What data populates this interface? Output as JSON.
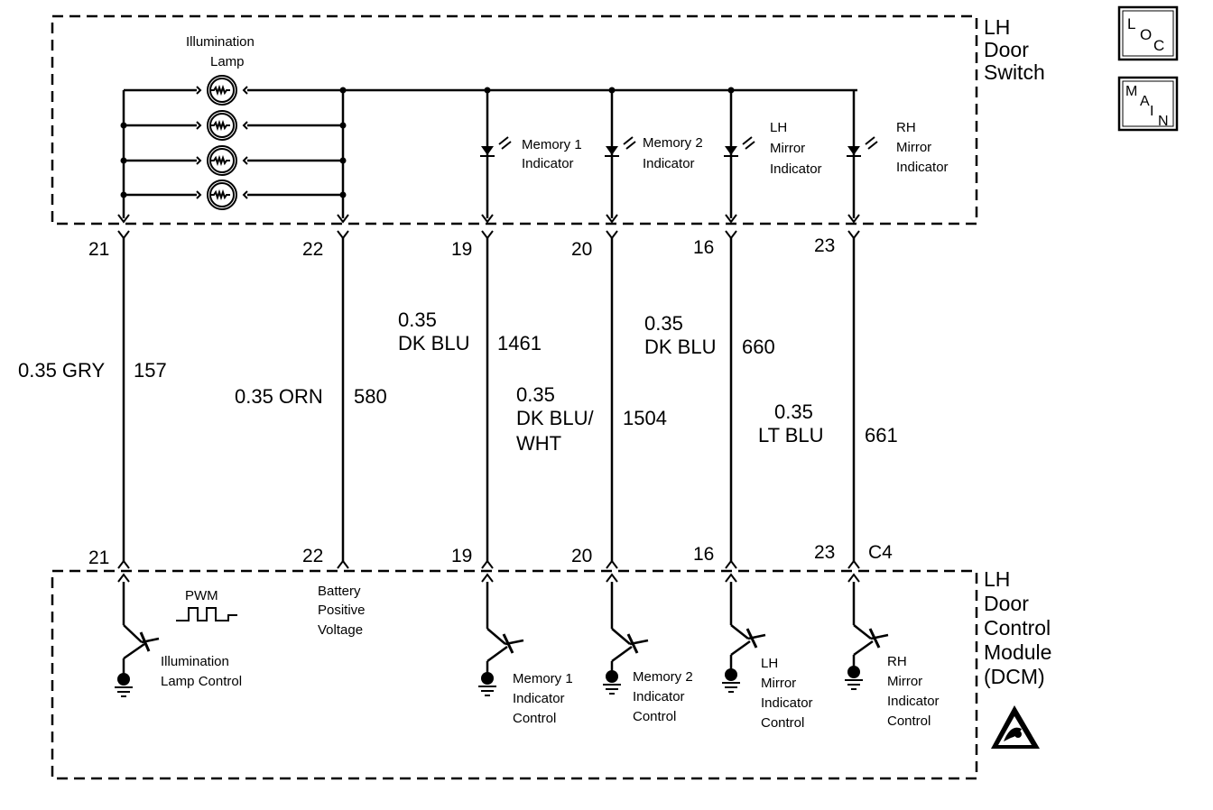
{
  "switch": {
    "title_lines": [
      "LH",
      "Door",
      "Switch"
    ],
    "lamp_label_lines": [
      "Illumination",
      "Lamp"
    ]
  },
  "module": {
    "title_lines": [
      "LH",
      "Door",
      "Control",
      "Module",
      "(DCM)"
    ],
    "connector": "C4",
    "pwm_label": "PWM",
    "battery_lines": [
      "Battery",
      "Positive",
      "Voltage"
    ]
  },
  "badges": {
    "loc": [
      "L",
      "O",
      "C"
    ],
    "main": [
      "M",
      "A",
      "I",
      "N"
    ]
  },
  "circuits": [
    {
      "pin": "21",
      "wire_lines": [
        "0.35 GRY"
      ],
      "circuit": "157",
      "control_lines": [
        "Illumination",
        "Lamp Control"
      ]
    },
    {
      "pin": "22",
      "wire_lines": [
        "0.35 ORN"
      ],
      "circuit": "580"
    },
    {
      "pin": "19",
      "wire_lines": [
        "0.35",
        "DK BLU"
      ],
      "circuit": "1461",
      "indicator_lines": [
        "Memory 1",
        "Indicator"
      ],
      "control_lines": [
        "Memory 1",
        "Indicator",
        "Control"
      ]
    },
    {
      "pin": "20",
      "wire_lines": [
        "0.35",
        "DK BLU/",
        "WHT"
      ],
      "circuit": "1504",
      "indicator_lines": [
        "Memory 2",
        "Indicator"
      ],
      "control_lines": [
        "Memory 2",
        "Indicator",
        "Control"
      ]
    },
    {
      "pin": "16",
      "wire_lines": [
        "0.35",
        "DK BLU"
      ],
      "circuit": "660",
      "indicator_lines": [
        "LH",
        "Mirror",
        "Indicator"
      ],
      "control_lines": [
        "LH",
        "Mirror",
        "Indicator",
        "Control"
      ]
    },
    {
      "pin": "23",
      "wire_lines": [
        "0.35",
        "LT BLU"
      ],
      "circuit": "661",
      "indicator_lines": [
        "RH",
        "Mirror",
        "Indicator"
      ],
      "control_lines": [
        "RH",
        "Mirror",
        "Indicator",
        "Control"
      ]
    }
  ]
}
